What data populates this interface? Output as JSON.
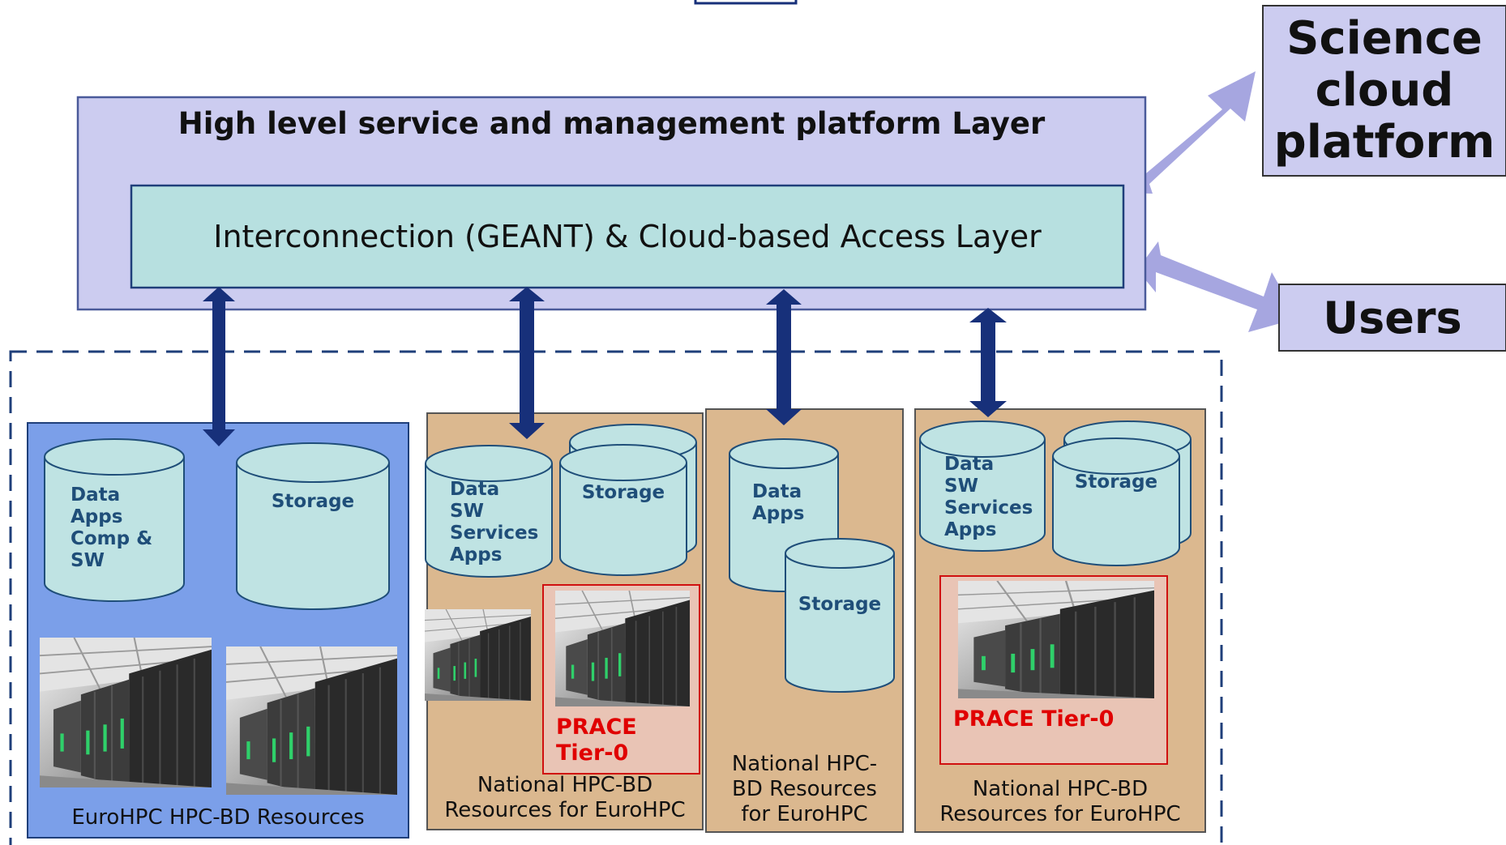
{
  "colors": {
    "platform_fill": "#ccccf0",
    "platform_border": "#4a5a9a",
    "access_fill": "#b7e0e0",
    "eurohpc_fill": "#7b9fe9",
    "national_fill": "#dbb88f",
    "cylinder_fill": "#bfe3e3",
    "cylinder_stroke": "#1f4e79",
    "arrow_dark": "#17307a",
    "arrow_light": "#a6a6e0",
    "prace_fill": "#e9c4b5",
    "prace_border": "#d01010",
    "prace_text": "#e00000"
  },
  "platform": {
    "title": "High level service and management platform Layer"
  },
  "access_layer": {
    "title": "Interconnection (GEANT) & Cloud-based Access Layer"
  },
  "science_cloud": {
    "label": "Science\ncloud\nplatform"
  },
  "users": {
    "label": "Users"
  },
  "eurohpc": {
    "label": "EuroHPC HPC-BD Resources",
    "data_label": "Data\nApps\nComp &\nSW",
    "storage_label": "Storage"
  },
  "national1": {
    "label": "National HPC-BD\nResources for EuroHPC",
    "data_label": "Data\nSW\nServices\nApps",
    "storage_label": "Storage",
    "prace_label": "PRACE\nTier-0"
  },
  "national2": {
    "label": "National HPC-\nBD Resources\nfor EuroHPC",
    "data_label": "Data\nApps",
    "storage_label": "Storage"
  },
  "national3": {
    "label": "National HPC-BD\nResources for EuroHPC",
    "data_label": "Data\nSW\nServices\nApps",
    "storage_label": "Storage",
    "prace_label": "PRACE Tier-0"
  },
  "images": {
    "supercomputer": "supercomputer-photo"
  }
}
